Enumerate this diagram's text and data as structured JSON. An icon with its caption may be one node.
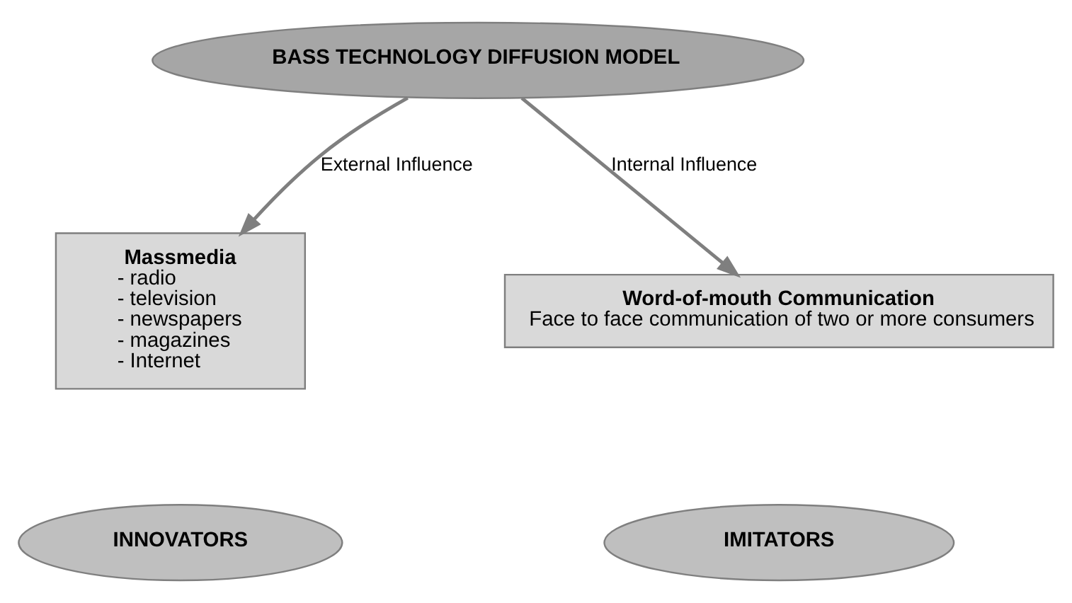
{
  "diagram": {
    "nodes": [
      {
        "text": [
          "BASS TECHNOLOGY DIFFUSION MODEL"
        ]
      },
      {
        "text": [
          "Massmedia",
          "- radio",
          "- television",
          "- newspapers",
          "- magazines",
          "- Internet"
        ]
      },
      {
        "text": [
          "INNOVATORS"
        ]
      },
      {
        "text": [
          "Word-of-mouth Communication",
          "Face to face communication of two or more consumers"
        ]
      },
      {
        "text": [
          "IMITATORS"
        ]
      }
    ],
    "edges": [
      {
        "from": 0,
        "to": 1,
        "arrow": "to",
        "label": "External Influence"
      },
      {
        "from": 0,
        "to": 3,
        "arrow": "to",
        "label": "Internal Influence"
      }
    ]
  }
}
